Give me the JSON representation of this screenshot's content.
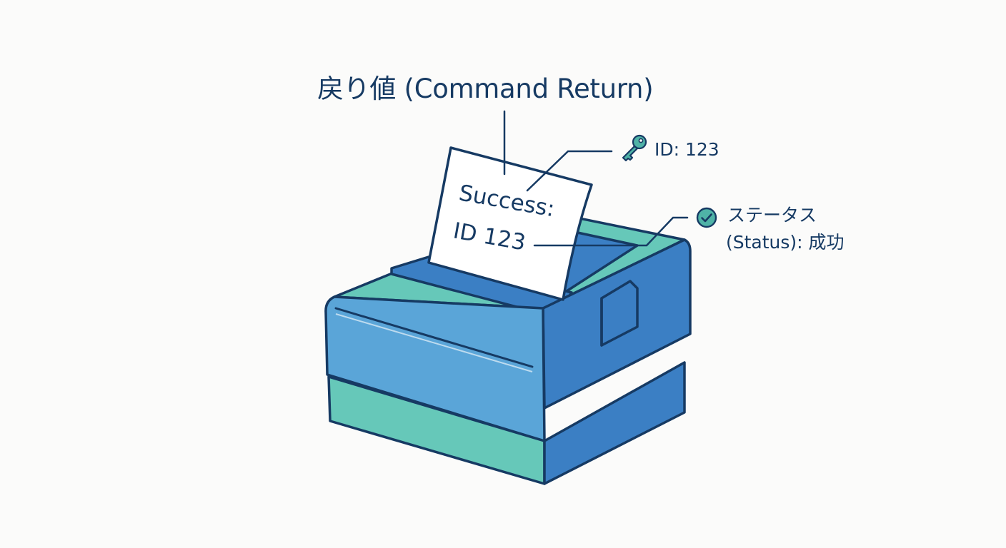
{
  "title": "戻り値 (Command Return)",
  "receipt": {
    "line1": "Success:",
    "line2": "ID 123"
  },
  "callouts": {
    "id": {
      "icon": "key-icon",
      "text": "ID: 123"
    },
    "status": {
      "icon": "check-circle-icon",
      "line1": "ステータス",
      "line2": "(Status): 成功"
    }
  },
  "colors": {
    "outline": "#163a63",
    "teal": "#66c8b9",
    "blue": "#3b7fc4",
    "light_blue": "#5aa5d8",
    "paper": "#ffffff",
    "icon_teal": "#4fb3a7"
  }
}
